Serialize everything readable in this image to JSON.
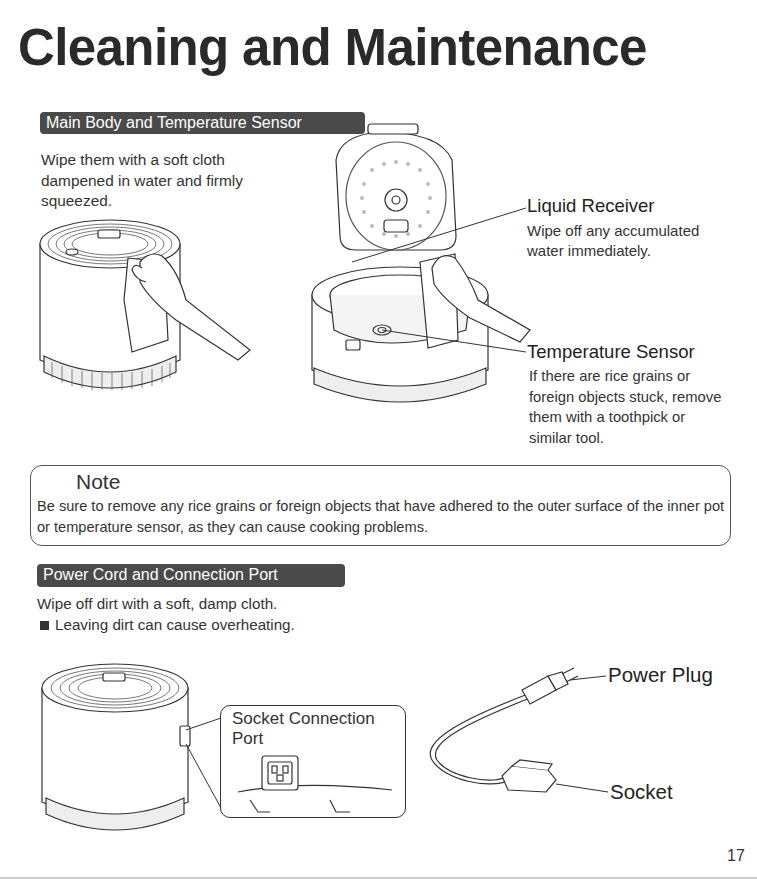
{
  "diagram": {
    "title": "Cleaning and Maintenance",
    "nodes": [
      {
        "text": [
          "Main Body and Temperature Sensor"
        ]
      },
      {
        "text": [
          "Note",
          "Be sure to remove any rice grains or foreign objects that have adhered to the outer surface of the inner pot or temperature sensor, as they can cause cooking problems."
        ]
      },
      {
        "text": [
          "Power Cord and Connection Port"
        ]
      },
      {
        "text": [
          "Socket Connection Port"
        ]
      }
    ],
    "labels": [
      "Wipe them with a soft cloth dampened in water and firmly squeezed.",
      "Liquid Receiver",
      "Wipe off any accumulated water immediately.",
      "Temperature Sensor",
      "If there are rice grains or foreign objects stuck, remove them with a toothpick or similar tool.",
      "Wipe off dirt with a soft, damp cloth.",
      "Leaving dirt can cause overheating.",
      "Power Plug",
      "Socket",
      "17"
    ]
  }
}
